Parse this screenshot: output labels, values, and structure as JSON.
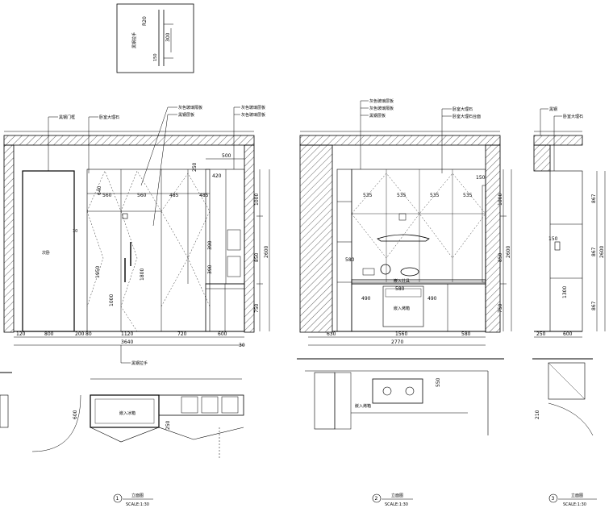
{
  "detail": {
    "label": "黑钢拉手",
    "dim_r": "R20",
    "dim_len": "300",
    "dim_small": "150"
  },
  "elevation1": {
    "notes": [
      "黑钢门框",
      "卧室大理石",
      "灰色玻璃隔板",
      "黑钢层板",
      "灰色玻璃层板",
      "灰色玻璃层板"
    ],
    "door_label": "次卧",
    "bottom_note": "黑钢拉手",
    "dims_bottom": [
      "120",
      "800",
      "200",
      "80",
      "1120",
      "720",
      "600",
      "30"
    ],
    "dims_total": "3640",
    "dims_top": [
      "560",
      "560",
      "485",
      "485",
      "500",
      "250",
      "420",
      "640"
    ],
    "dims_right": [
      "1000",
      "850",
      "750",
      "2600"
    ],
    "dims_inner": [
      "1950",
      "1800",
      "1000",
      "390",
      "390"
    ],
    "small_label": "10"
  },
  "elevation2": {
    "notes": [
      "灰色玻璃层板",
      "灰色玻璃隔板",
      "黑钢层板",
      "卧室大理石",
      "卧室大理石台面"
    ],
    "dims_top": [
      "535",
      "535",
      "535",
      "535"
    ],
    "dims_bottom": [
      "630",
      "1560",
      "580"
    ],
    "dims_total": "2770",
    "dims_right": [
      "1000",
      "850",
      "750",
      "2600"
    ],
    "dims_inner": [
      "580",
      "580",
      "490",
      "490",
      "150"
    ],
    "label_oven": "嵌入烤箱",
    "label_cook": "嵌入灶具"
  },
  "elevation3": {
    "notes": [
      "黑钢",
      "卧室大理石"
    ],
    "dims_right": [
      "867",
      "867",
      "867",
      "2600"
    ],
    "dims_inner": [
      "150",
      "1300"
    ],
    "dims_bottom": [
      "250",
      "600"
    ]
  },
  "plan": {
    "dim1": "600",
    "dim2": "250",
    "dim3": "550",
    "dim4": "210",
    "label1": "嵌入冰箱",
    "label2": "嵌入烤箱"
  },
  "titles": [
    {
      "num": "1",
      "name": "立面图",
      "scale": "SCALE:1:30"
    },
    {
      "num": "2",
      "name": "立面图",
      "scale": "SCALE:1:30"
    },
    {
      "num": "3",
      "name": "立面图",
      "scale": "SCALE:1:30"
    }
  ]
}
